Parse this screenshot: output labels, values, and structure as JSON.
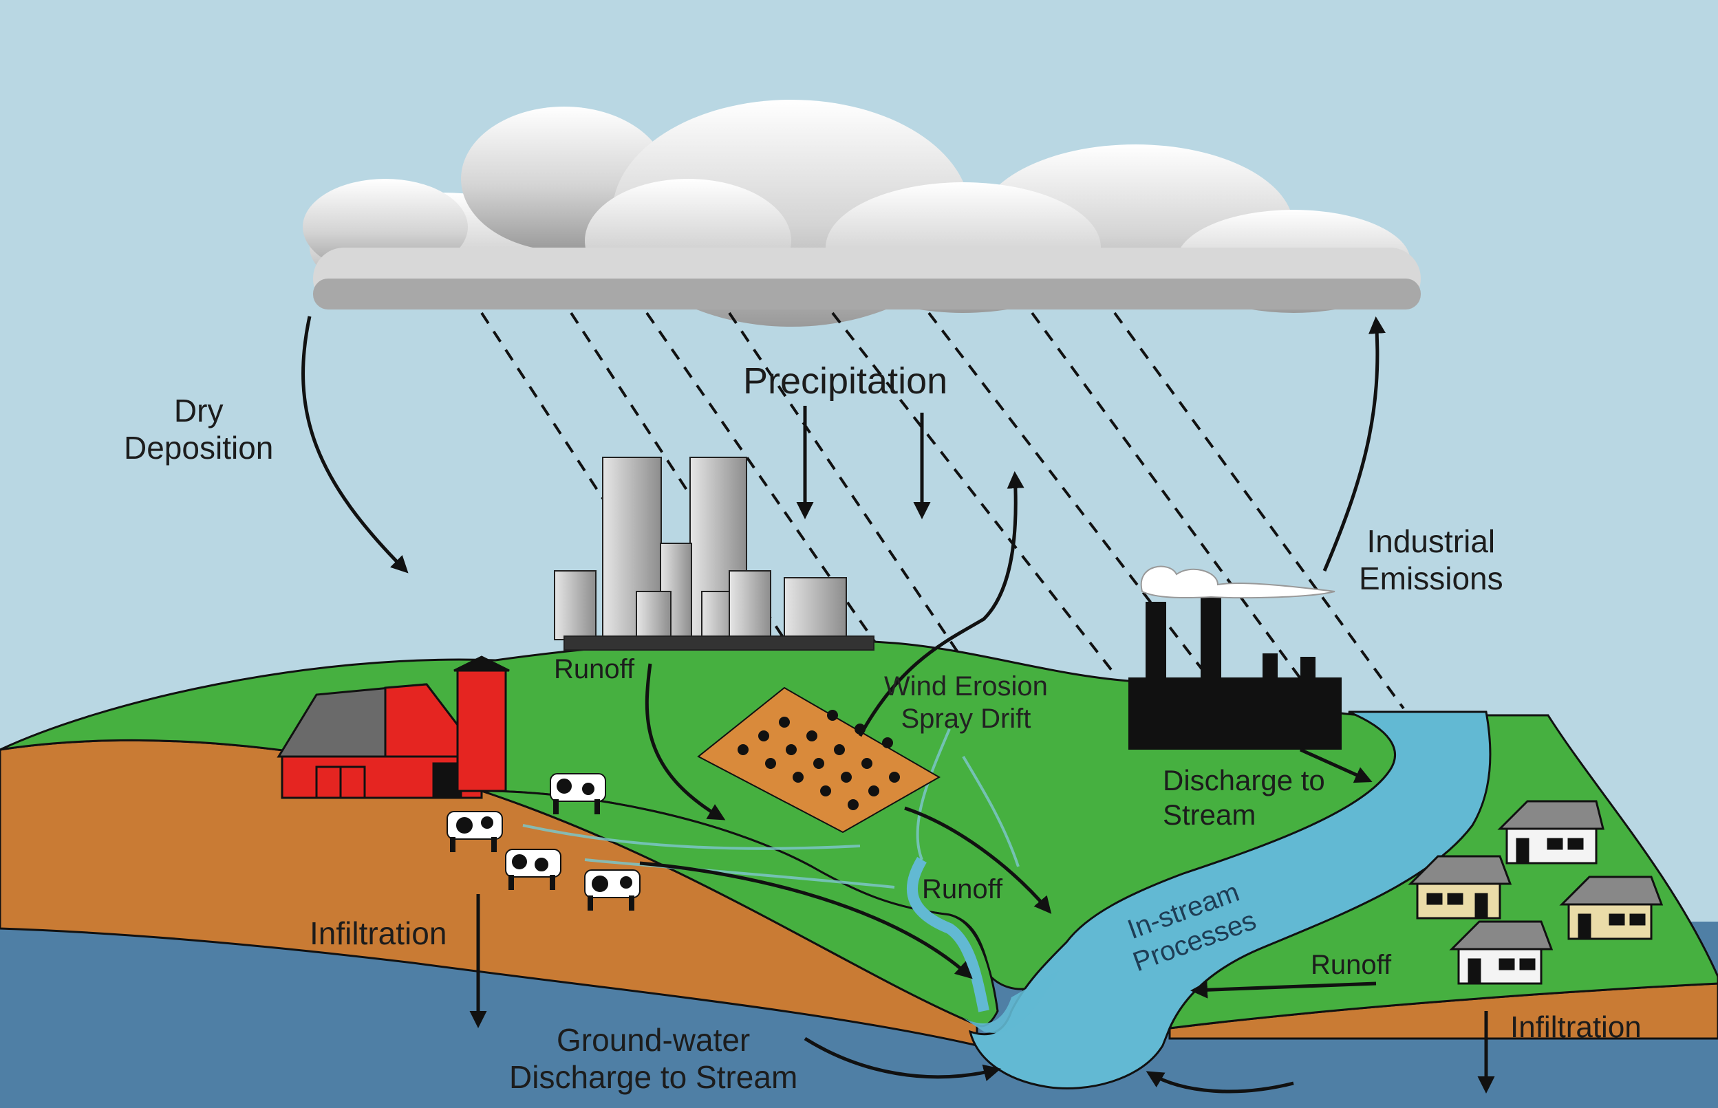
{
  "labels": {
    "dry_deposition": "Dry\nDeposition",
    "precipitation": "Precipitation",
    "industrial_emissions": "Industrial\nEmissions",
    "runoff_upper": "Runoff",
    "wind_erosion": "Wind Erosion\nSpray Drift",
    "discharge_to_stream": "Discharge to\nStream",
    "runoff_middle": "Runoff",
    "instream_processes": "In-stream\nProcesses",
    "runoff_right": "Runoff",
    "infiltration_left": "Infiltration",
    "infiltration_right": "Infiltration",
    "groundwater_discharge": "Ground-water\nDischarge to Stream"
  },
  "colors": {
    "sky": "#b9d7e3",
    "grass": "#46b040",
    "soil": "#c97b34",
    "groundwater": "#4f7fa5",
    "stream": "#62b9d3",
    "barn": "#e52521",
    "roof": "#6a6a6a",
    "factory": "#111111",
    "building": "#b8b8b8",
    "house": "#f4f4f4",
    "house_tan": "#eadca8",
    "field": "#d98a3b"
  },
  "icons": [
    "cloud-icon",
    "barn-icon",
    "silo-icon",
    "cow-icon",
    "skyscraper-icon",
    "factory-icon",
    "smoke-icon",
    "crop-field-icon",
    "house-icon"
  ]
}
